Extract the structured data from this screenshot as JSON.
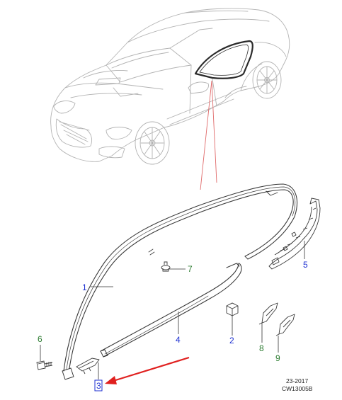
{
  "colors": {
    "callout_blue": "#1c2fd1",
    "callout_green": "#2e7d32",
    "leader_red": "#e06a6a",
    "arrow_red": "#e0201f",
    "car_line": "#b3b3b3",
    "part_line": "#3a3a3a"
  },
  "callouts": {
    "c1": "1",
    "c2": "2",
    "c3": "3",
    "c4": "4",
    "c5": "5",
    "c6": "6",
    "c7": "7",
    "c8": "8",
    "c9": "9"
  },
  "footer": {
    "date_code": "23-2017",
    "diagram_id": "CW13005B"
  },
  "highlighted_part": "3"
}
